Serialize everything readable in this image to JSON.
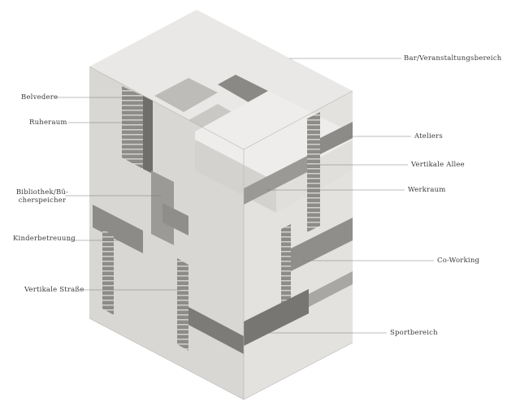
{
  "labels": {
    "bar": "Bar/Veranstaltungsbereich",
    "belvedere": "Belvedere",
    "ruheraum": "Ruheraum",
    "ateliers": "Ateliers",
    "vertikale_allee": "Vertikale Allee",
    "werkraum": "Werkraum",
    "bibliothek": "Bibliothek/Bü-cherspeicher",
    "kinderbetreuung": "Kinderbetreuung",
    "co_working": "Co-Working",
    "vertikale_strasse": "Vertikale Straße",
    "sportbereich": "Sportbereich"
  },
  "colors": {
    "face_top": "#e9e8e6",
    "face_left": "#d8d7d4",
    "face_right": "#e3e2df",
    "shadow": "#9b9a97",
    "deep": "#6f6e6b",
    "leader": "#7a7a7a",
    "text": "#3a3a3a"
  }
}
